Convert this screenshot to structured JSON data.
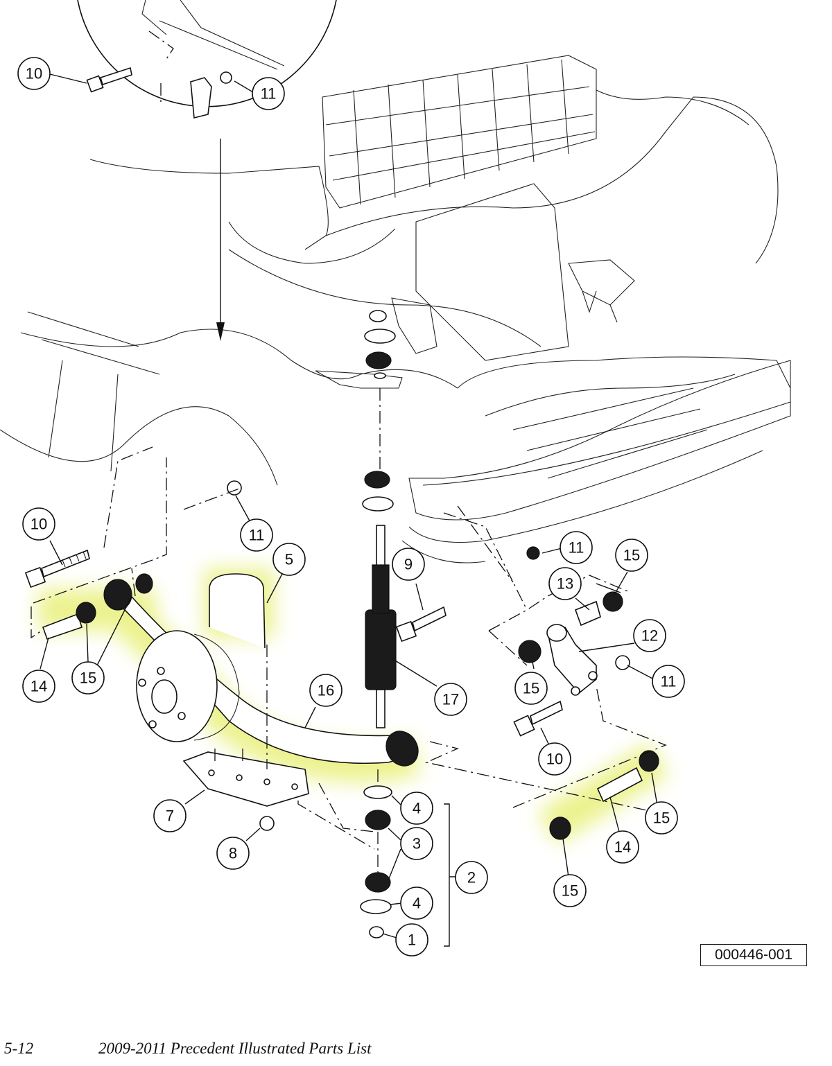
{
  "callouts": [
    {
      "id": "c10a",
      "label": "10"
    },
    {
      "id": "c11a",
      "label": "11"
    },
    {
      "id": "c10b",
      "label": "10"
    },
    {
      "id": "c11b",
      "label": "11"
    },
    {
      "id": "c5",
      "label": "5"
    },
    {
      "id": "c9",
      "label": "9"
    },
    {
      "id": "c11c",
      "label": "11"
    },
    {
      "id": "c15a",
      "label": "15"
    },
    {
      "id": "c13",
      "label": "13"
    },
    {
      "id": "c12",
      "label": "12"
    },
    {
      "id": "c11d",
      "label": "11"
    },
    {
      "id": "c15b",
      "label": "15"
    },
    {
      "id": "c10c",
      "label": "10"
    },
    {
      "id": "c14a",
      "label": "14"
    },
    {
      "id": "c15c",
      "label": "15"
    },
    {
      "id": "c16",
      "label": "16"
    },
    {
      "id": "c17",
      "label": "17"
    },
    {
      "id": "c4a",
      "label": "4"
    },
    {
      "id": "c3",
      "label": "3"
    },
    {
      "id": "c2",
      "label": "2"
    },
    {
      "id": "c4b",
      "label": "4"
    },
    {
      "id": "c1",
      "label": "1"
    },
    {
      "id": "c7",
      "label": "7"
    },
    {
      "id": "c8",
      "label": "8"
    },
    {
      "id": "c15d",
      "label": "15"
    },
    {
      "id": "c14b",
      "label": "14"
    },
    {
      "id": "c15e",
      "label": "15"
    }
  ],
  "reference_number": "000446-001",
  "footer": {
    "figure_label": "e 5-12",
    "title": "2009-2011 Precedent  Illustrated Parts List"
  },
  "colors": {
    "highlight": "#e8f07a",
    "line": "#111111",
    "background": "#ffffff"
  }
}
